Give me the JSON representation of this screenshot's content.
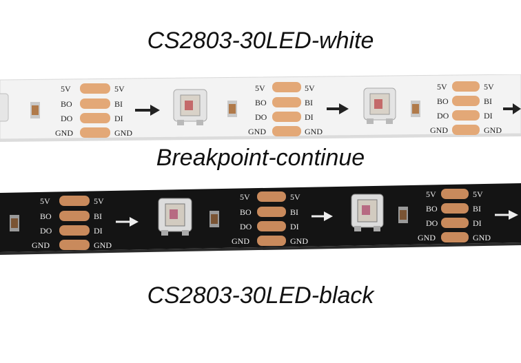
{
  "captions": {
    "white_strip": "CS2803-30LED-white",
    "middle": "Breakpoint-continue",
    "black_strip": "CS2803-30LED-black"
  },
  "pads": {
    "left_labels": [
      "5V",
      "BO",
      "DO",
      "GND"
    ],
    "right_labels": [
      "5V",
      "BI",
      "DI",
      "GND"
    ]
  },
  "colors": {
    "white_strip": "#f4f4f4",
    "black_strip": "#141414",
    "pad_copper": "#e3a877",
    "pad_copper_dark": "#c98a5c"
  }
}
